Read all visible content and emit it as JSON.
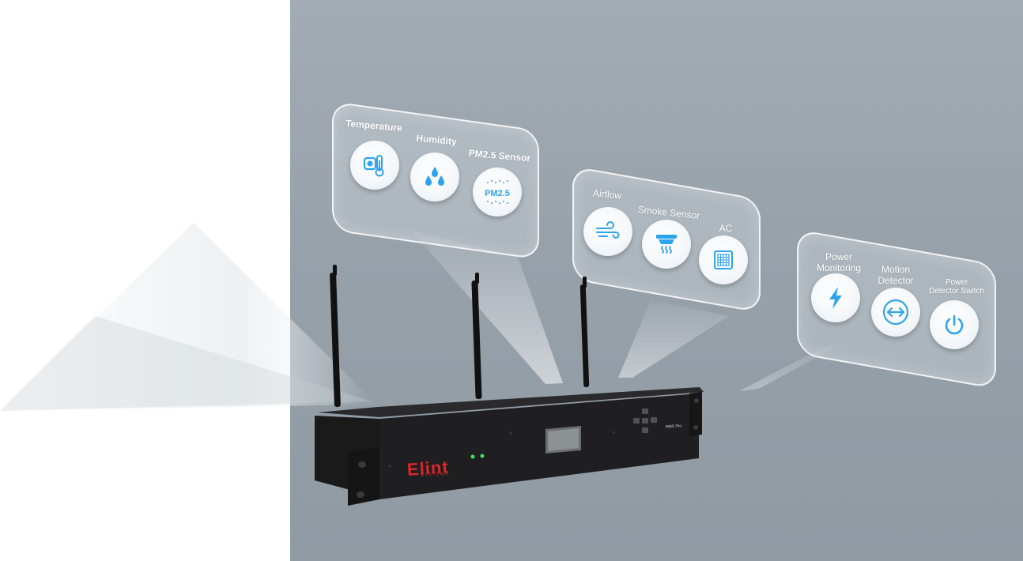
{
  "panels": {
    "environment": {
      "items": [
        {
          "label": "Temperature",
          "icon": "thermometer-icon"
        },
        {
          "label": "Humidity",
          "icon": "water-drops-icon"
        },
        {
          "label": "PM2.5 Sensor",
          "icon": "pm25-icon",
          "icon_text": "PM2.5"
        }
      ]
    },
    "facility": {
      "items": [
        {
          "label": "Airflow",
          "icon": "airflow-icon"
        },
        {
          "label": "Smoke Sensor",
          "icon": "smoke-detector-icon"
        },
        {
          "label": "AC",
          "icon": "ac-vent-icon"
        }
      ]
    },
    "security": {
      "items": [
        {
          "label": "Power\nMonitoring",
          "icon": "lightning-icon"
        },
        {
          "label": "Motion\nDetector",
          "icon": "motion-arrows-icon"
        },
        {
          "label": "Power\nDetector Switch",
          "icon": "power-icon"
        }
      ]
    }
  },
  "device": {
    "brand": "Elint",
    "brand_sub": "SYSTEMS",
    "model": "RMS Pro"
  },
  "colors": {
    "icon_blue": "#2ea3ee",
    "brand_red": "#d8262c",
    "device_body": "#1c1c1e"
  }
}
